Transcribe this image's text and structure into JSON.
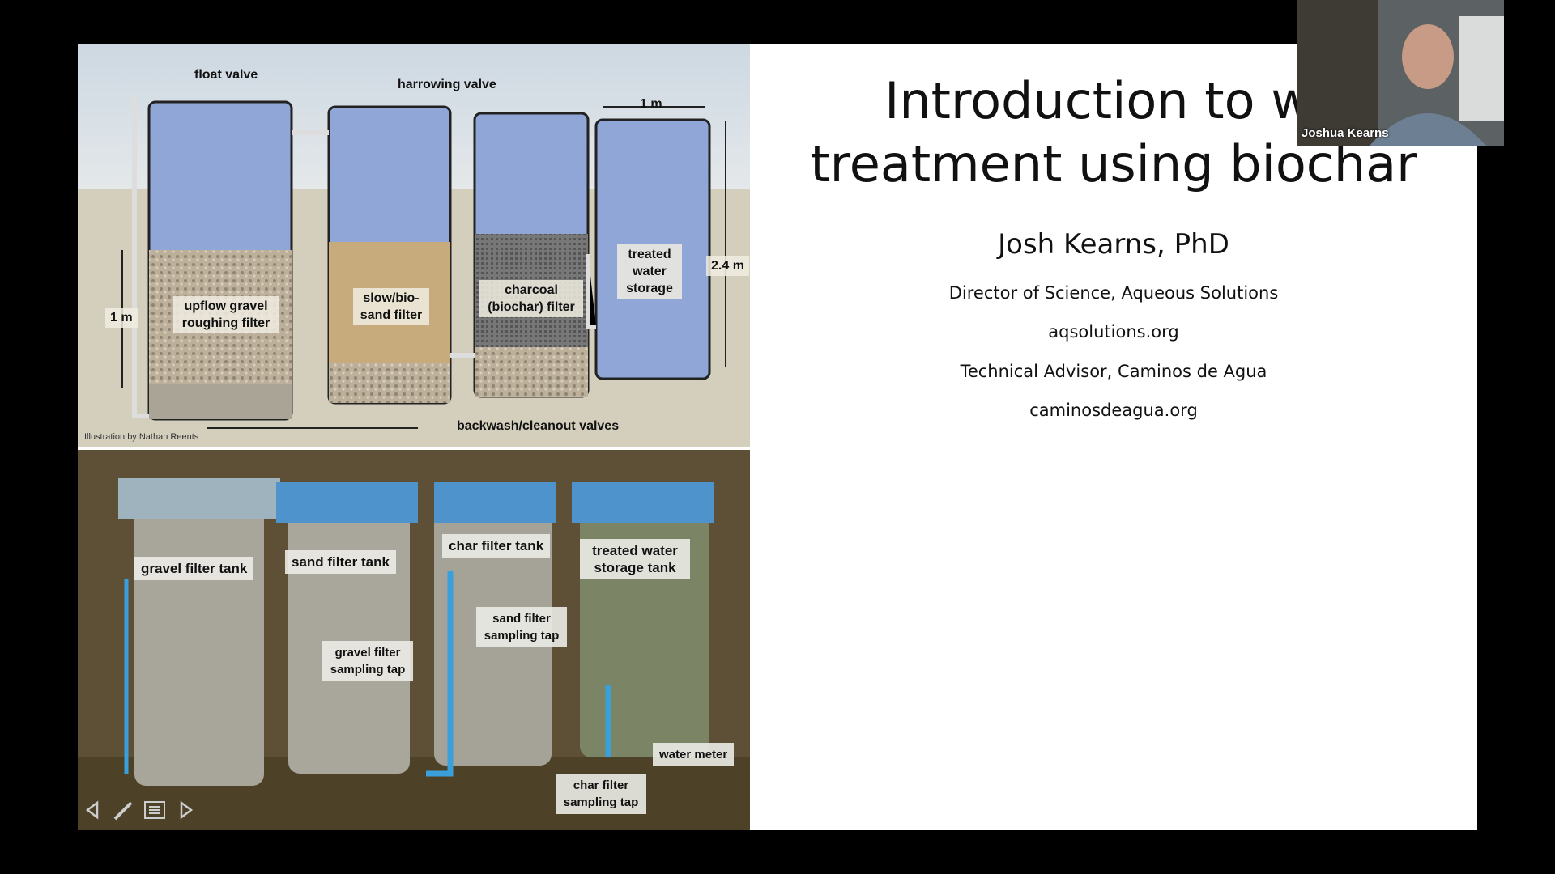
{
  "slide": {
    "title_line1": "Introduction to wa",
    "title_line2": "treatment using biochar",
    "author": "Josh Kearns, PhD",
    "info": [
      "Director of Science, Aqueous Solutions",
      "aqsolutions.org",
      "Technical Advisor, Caminos de Agua",
      "caminosdeagua.org"
    ]
  },
  "diagram": {
    "labels": {
      "float_valve": "float valve",
      "harrowing_valve": "harrowing valve",
      "width_1m": "1 m",
      "height_2_4m": "2.4 m",
      "height_1m": "1 m",
      "upflow": "upflow gravel roughing filter",
      "slowsand": "slow/bio- sand filter",
      "charcoal": "charcoal (biochar) filter",
      "treated": "treated water storage",
      "backwash": "backwash/cleanout valves"
    },
    "credit": "Illustration by Nathan Reents"
  },
  "photo": {
    "labels": {
      "gravel_tank": "gravel filter tank",
      "sand_tank": "sand filter tank",
      "char_tank": "char filter tank",
      "treated_tank": "treated water storage tank",
      "sand_tap": "sand filter sampling tap",
      "gravel_tap": "gravel filter sampling tap",
      "char_tap": "char filter sampling tap",
      "water_meter": "water meter"
    }
  },
  "webcam": {
    "name": "Joshua Kearns"
  },
  "controls": {
    "icons": [
      "arrow-left-icon",
      "pen-icon",
      "menu-icon",
      "arrow-right-icon"
    ]
  },
  "colors": {
    "background": "#000000",
    "slide": "#ffffff",
    "water": "#8fa6d6",
    "pipe": "#3aa0dc"
  }
}
